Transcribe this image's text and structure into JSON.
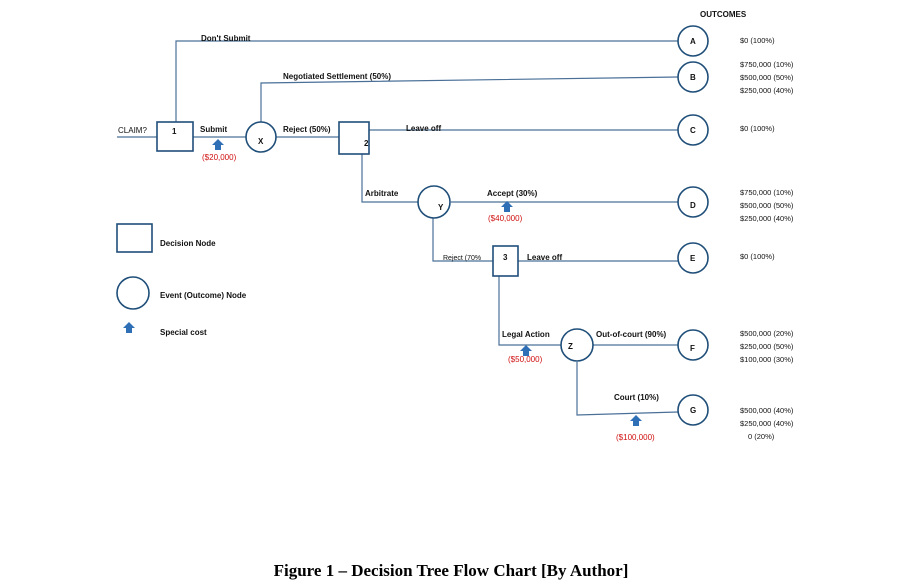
{
  "header": {
    "outcomes": "OUTCOMES"
  },
  "labels": {
    "claim": "CLAIM?",
    "dont_submit": "Don't Submit",
    "submit": "Submit",
    "negotiated": "Negotiated Settlement (50%)",
    "reject50": "Reject (50%)",
    "leave_off_1": "Leave off",
    "arbitrate": "Arbitrate",
    "accept": "Accept (30%)",
    "reject70": "Reject (70%",
    "leave_off_2": "Leave off",
    "legal_action": "Legal Action",
    "out_of_court": "Out-of-court (90%)",
    "court": "Court (10%)"
  },
  "costs": {
    "submit": "($20,000)",
    "arbitrate": "($40,000)",
    "legal": "($50,000)",
    "court": "($100,000)"
  },
  "nodes": {
    "d1": "1",
    "d2": "2",
    "d3": "3",
    "x": "X",
    "y": "Y",
    "z": "Z",
    "a": "A",
    "b": "B",
    "c": "C",
    "d": "D",
    "e": "E",
    "f": "F",
    "g": "G"
  },
  "outcomes": {
    "a": [
      "$0 (100%)"
    ],
    "b": [
      "$750,000 (10%)",
      "$500,000 (50%)",
      "$250,000 (40%)"
    ],
    "c": [
      "$0 (100%)"
    ],
    "d": [
      "$750,000 (10%)",
      "$500,000 (50%)",
      "$250,000 (40%)"
    ],
    "e": [
      "$0 (100%)"
    ],
    "f": [
      "$500,000 (20%)",
      "$250,000 (50%)",
      "$100,000 (30%)"
    ],
    "g": [
      "$500,000 (40%)",
      "$250,000 (40%)",
      "0 (20%)"
    ]
  },
  "legend": {
    "decision": "Decision Node",
    "event": "Event (Outcome) Node",
    "special": "Special cost"
  },
  "caption": "Figure 1 – Decision Tree Flow Chart [By Author]",
  "colors": {
    "line": "#4a7098",
    "node": "#1f4e79",
    "cost": "#d01010",
    "arrow": "#2f6fb5"
  }
}
